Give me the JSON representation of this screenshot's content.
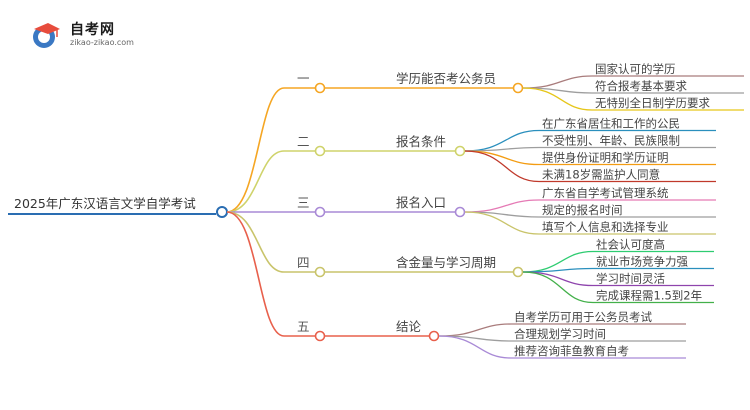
{
  "logo": {
    "title": "自考网",
    "url": "zikao-zikao.com"
  },
  "root": {
    "label": "2025年广东汉语言文学自学考试"
  },
  "branches": [
    {
      "num": "一",
      "label": "学历能否考公务员",
      "color": "#f5a623",
      "leaves": [
        {
          "label": "国家认可的学历",
          "color": "#a97c7c"
        },
        {
          "label": "符合报考基本要求",
          "color": "#9e9e9e"
        },
        {
          "label": "无特别全日制学历要求",
          "color": "#e6c619"
        }
      ]
    },
    {
      "num": "二",
      "label": "报名条件",
      "color": "#cfd36b",
      "leaves": [
        {
          "label": "在广东省居住和工作的公民",
          "color": "#2a8fbd"
        },
        {
          "label": "不受性别、年龄、民族限制",
          "color": "#9e9e9e"
        },
        {
          "label": "提供身份证明和学历证明",
          "color": "#f39c12"
        },
        {
          "label": "未满18岁需监护人同意",
          "color": "#c0392b"
        }
      ]
    },
    {
      "num": "三",
      "label": "报名入口",
      "color": "#a98ad6",
      "leaves": [
        {
          "label": "广东省自学考试管理系统",
          "color": "#e57ab5"
        },
        {
          "label": "规定的报名时间",
          "color": "#9e9e9e"
        },
        {
          "label": "填写个人信息和选择专业",
          "color": "#c9c46b"
        }
      ]
    },
    {
      "num": "四",
      "label": "含金量与学习周期",
      "color": "#c9c46b",
      "leaves": [
        {
          "label": "社会认可度高",
          "color": "#2ecc71"
        },
        {
          "label": "就业市场竞争力强",
          "color": "#2a8fbd"
        },
        {
          "label": "学习时间灵活",
          "color": "#8e44ad"
        },
        {
          "label": "完成课程需1.5到2年",
          "color": "#43b04a"
        }
      ]
    },
    {
      "num": "五",
      "label": "结论",
      "color": "#e8604c",
      "leaves": [
        {
          "label": "自考学历可用于公务员考试",
          "color": "#a97c7c"
        },
        {
          "label": "合理规划学习时间",
          "color": "#9e9e9e"
        },
        {
          "label": "推荐咨询菲鱼教育自考",
          "color": "#a98ad6"
        }
      ]
    }
  ]
}
